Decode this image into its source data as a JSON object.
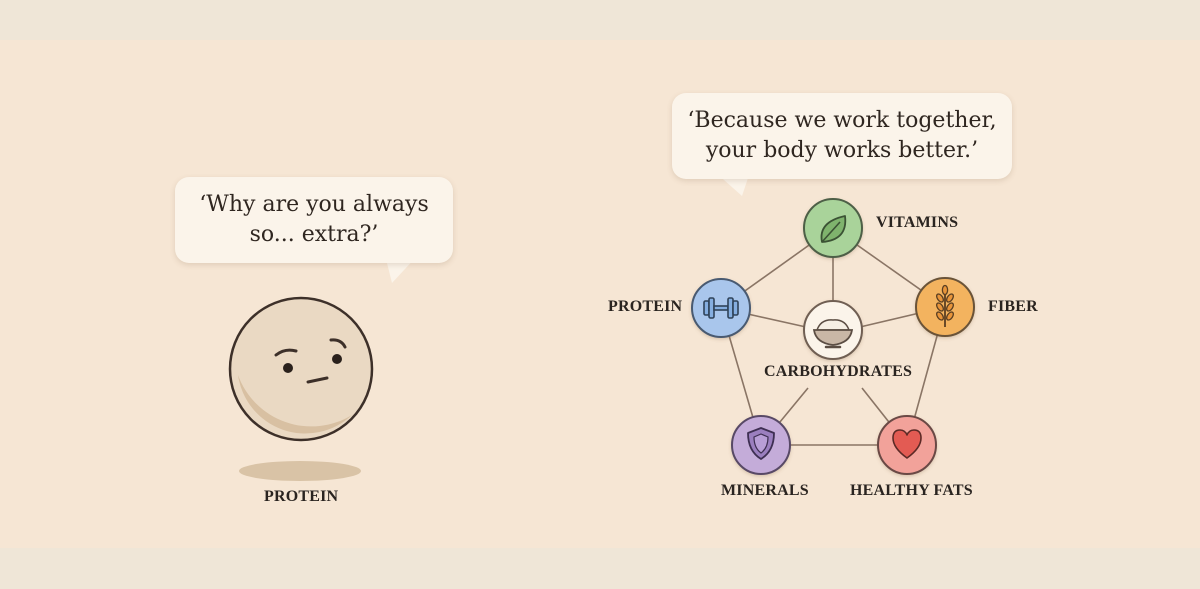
{
  "left_scene": {
    "bubble_lines": [
      "‘Why are you always",
      "so... extra?’"
    ],
    "character_label": "PROTEIN"
  },
  "right_scene": {
    "bubble_lines": [
      "‘Because we work together,",
      "your body works better.’"
    ],
    "nodes": {
      "center": {
        "label": "CARBOHYDRATES",
        "icon": "rice-bowl-icon"
      },
      "vitamins": {
        "label": "VITAMINS",
        "icon": "leaf-icon",
        "color": "#a9d39a"
      },
      "fiber": {
        "label": "FIBER",
        "icon": "wheat-icon",
        "color": "#f3b35e"
      },
      "protein": {
        "label": "PROTEIN",
        "icon": "dumbbell-icon",
        "color": "#a9c6ec"
      },
      "minerals": {
        "label": "MINERALS",
        "icon": "shield-icon",
        "color": "#c4acd9"
      },
      "healthy_fats": {
        "label": "HEALTHY FATS",
        "icon": "heart-icon",
        "color": "#f2a29a"
      }
    }
  }
}
